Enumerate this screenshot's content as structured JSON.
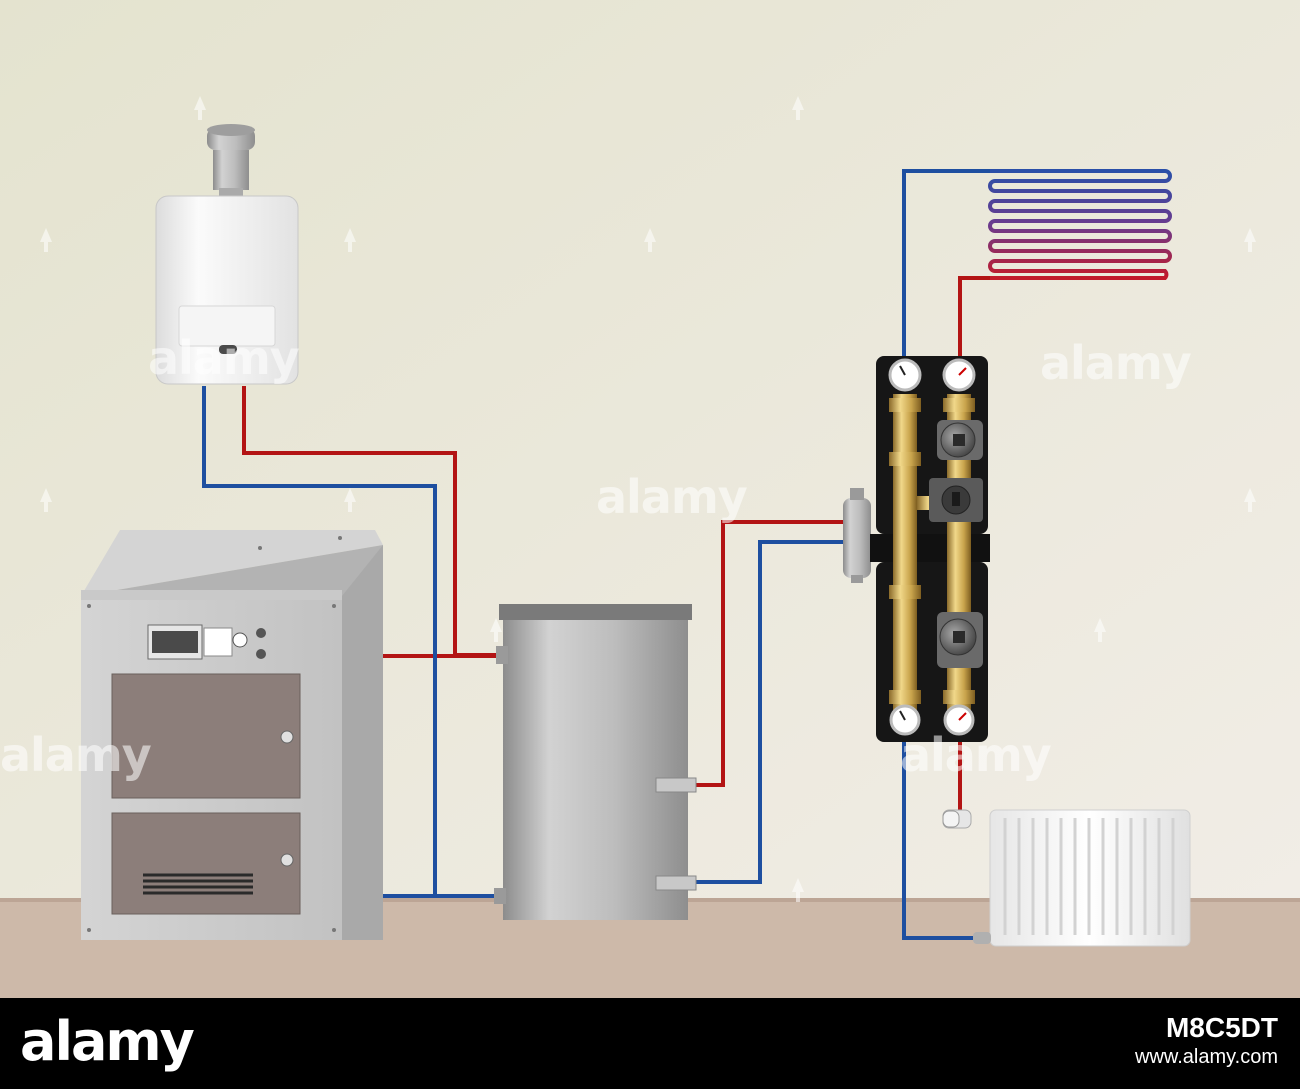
{
  "watermark": "alamy",
  "footer": {
    "logo": "alamy",
    "image_code": "M8C5DT",
    "url": "www.alamy.com"
  },
  "colors": {
    "hot_pipe": "#b31414",
    "cold_pipe": "#1e4fa0",
    "wall": "#ebe8dc",
    "floor": "#cdb9a9"
  }
}
